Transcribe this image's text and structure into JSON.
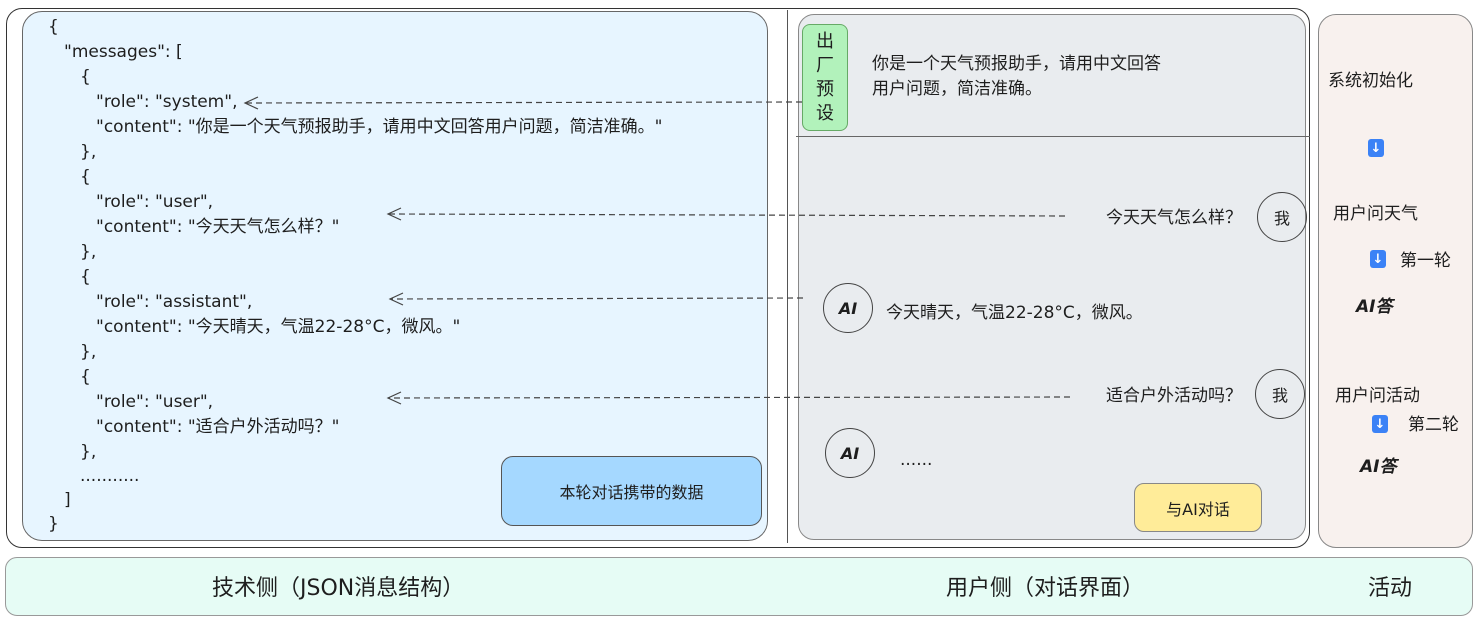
{
  "json_lines": [
    "{",
    "\"messages\": [",
    "{",
    "\"role\": \"system\",",
    "\"content\": \"你是一个天气预报助手，请用中文回答用户问题，简洁准确。\"",
    "},",
    "{",
    "\"role\": \"user\",",
    "\"content\": \"今天天气怎么样？\"",
    "},",
    "{",
    "\"role\": \"assistant\",",
    "\"content\": \"今天晴天，气温22-28°C，微风。\"",
    "},",
    "{",
    "\"role\": \"user\",",
    "\"content\": \"适合户外活动吗？\"",
    "},",
    "...........",
    "]",
    "}"
  ],
  "data_box_label": "本轮对话携带的数据",
  "chat": {
    "preset_tag": [
      "出",
      "厂",
      "预",
      "设"
    ],
    "system_prompt_line1": "你是一个天气预报助手，请用中文回答",
    "system_prompt_line2": "用户问题，简洁准确。",
    "user_avatar": "我",
    "ai_avatar": "AI",
    "user_q1": "今天天气怎么样？",
    "ai_a1": "今天晴天，气温22-28°C，微风。",
    "user_q2": "适合户外活动吗？",
    "ai_a2": "......",
    "chat_button": "与AI对话"
  },
  "activity": {
    "init": "系统初始化",
    "ask_weather": "用户问天气",
    "round1": "第一轮",
    "ai_answer1": "AI答",
    "ask_activity": "用户问活动",
    "round2": "第二轮",
    "ai_answer2": "AI答",
    "arrow_icon": "down-arrow-emoji"
  },
  "footer": {
    "tech": "技术侧（JSON消息结构）",
    "user": "用户侧（对话界面）",
    "activity": "活动"
  },
  "colors": {
    "json_panel": "#e7f5ff",
    "chat_panel": "#e9ecef",
    "preset_tag": "#b2f2bb",
    "data_box": "#a5d8ff",
    "chat_button": "#ffec99",
    "activity_panel": "#f8f1ee",
    "footer": "#e6fcf5"
  }
}
